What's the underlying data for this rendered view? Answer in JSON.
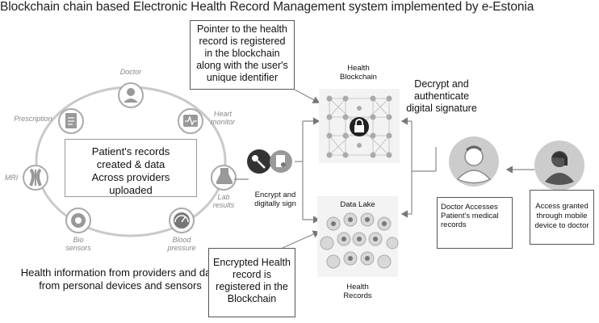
{
  "title": "Blockchain chain based Electronic Health Record Management system implemented by e-Estonia",
  "sources": {
    "doctor": "Doctor",
    "heart_monitor": "Heart monitor",
    "prescription": "Prescription",
    "mri": "MRI",
    "lab_results": "Lab results",
    "bio_sensors": "Bio sensors",
    "blood_pressure": "Blood pressure"
  },
  "patient_records_box": "Patient's records created & data Across providers uploaded",
  "health_info_text": "Health information from providers and data from personal devices and sensors",
  "pointer_box": "Pointer to the health record is registered in the blockchain along with the user's unique identifier",
  "health_blockchain_label": "Health Blockchain",
  "encrypt_sign_label": "Encrypt and digitally sign",
  "data_lake_label": "Data Lake",
  "health_records_label": "Health Records",
  "encrypted_box": "Encrypted Health record is registered in the Blockchain",
  "decrypt_text": "Decrypt and authenticate digital signature",
  "doctor_access_box": "Doctor Accesses Patient's medical records",
  "access_granted_box": "Access granted through mobile device to doctor",
  "colors": {
    "line": "#888888",
    "icon": "#a9a9a9",
    "dark_icon": "#555555",
    "box_border": "#555555"
  }
}
